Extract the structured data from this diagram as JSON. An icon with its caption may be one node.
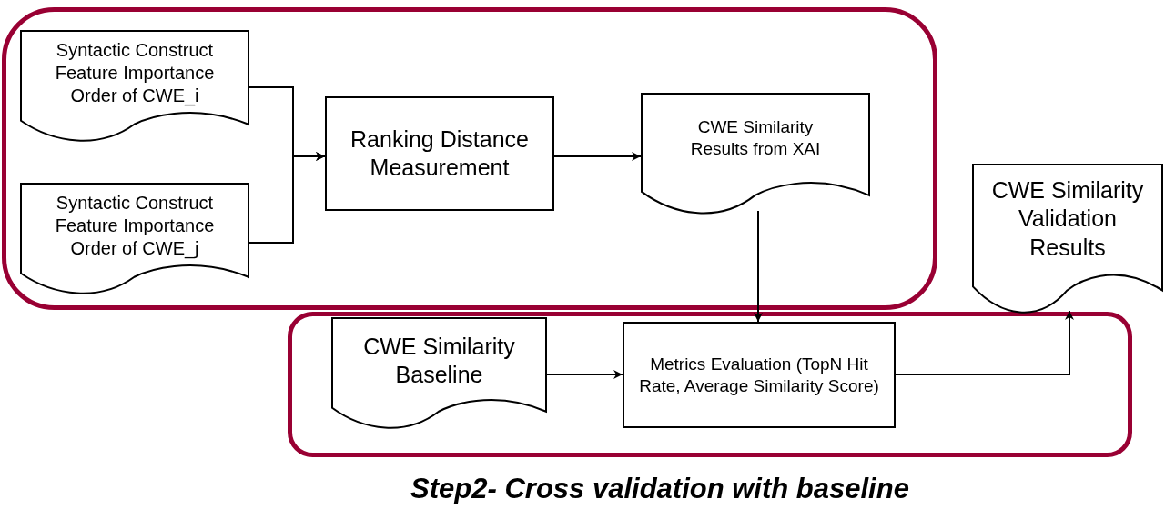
{
  "diagram": {
    "caption": "Step2- Cross validation with baseline",
    "nodes": [
      {
        "text": [],
        "shape": "box"
      },
      {
        "text": [
          "Syntactic Construct Feature Importance Order of CWE_i"
        ],
        "in": 0
      },
      {
        "text": [
          "Syntactic Construct Feature Importance Order of CWE_j"
        ],
        "in": 0
      },
      {
        "text": [
          "Ranking Distance Measurement"
        ],
        "in": 0
      },
      {
        "text": [
          "CWE Similarity Results from XAI"
        ],
        "in": 0
      },
      {
        "text": [],
        "shape": "box"
      },
      {
        "text": [
          "CWE Similarity Baseline"
        ],
        "in": 5
      },
      {
        "text": [
          "Metrics Evaluation (TopN Hit Rate, Average Similarity Score)"
        ],
        "in": 5
      },
      {
        "text": [
          "CWE Similarity Validation Results"
        ]
      }
    ],
    "edges": [
      {
        "from": 1,
        "to": 3,
        "arrow": "to"
      },
      {
        "from": 2,
        "to": 3,
        "arrow": "to"
      },
      {
        "from": 3,
        "to": 4,
        "arrow": "to"
      },
      {
        "from": 4,
        "to": 7,
        "arrow": "to"
      },
      {
        "from": 6,
        "to": 7,
        "arrow": "to"
      },
      {
        "from": 7,
        "to": 8,
        "arrow": "to"
      }
    ]
  }
}
